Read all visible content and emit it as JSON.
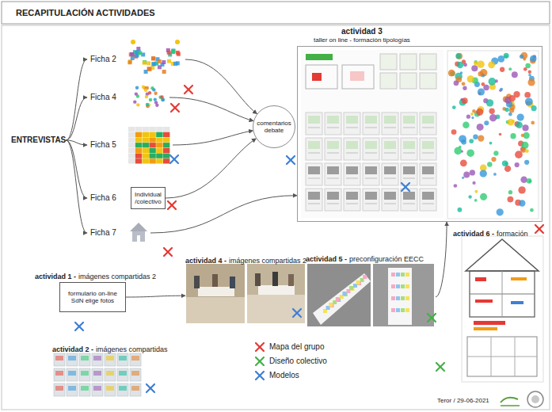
{
  "diagram": {
    "title": "RECAPITULACIÓN ACTIVIDADES",
    "nodes": [
      {
        "text": [
          "ENTREVISTAS"
        ]
      },
      {
        "text": [
          "Ficha 2"
        ]
      },
      {
        "text": [
          "Ficha 4"
        ]
      },
      {
        "text": [
          "Ficha 5"
        ]
      },
      {
        "text": [
          "Ficha 6"
        ]
      },
      {
        "text": [
          "Individual /colectivo"
        ],
        "in": 4
      },
      {
        "text": [
          "Ficha 7"
        ]
      },
      {
        "text": [
          "comentarios debate"
        ]
      },
      {
        "text": [
          "actividad 3",
          "taller on line - formación tipologías"
        ]
      },
      {
        "text": [
          "actividad 6 -",
          "formación"
        ]
      },
      {
        "text": [
          "actividad 1 -",
          "imágenes compartidas 2"
        ]
      },
      {
        "text": [
          "formulario on-line SdN elige fotos"
        ],
        "in": 10
      },
      {
        "text": [
          "actividad 4 -",
          "imágenes compartidas 2"
        ]
      },
      {
        "text": [
          "actividad 5 -",
          "preconfiguración EECC"
        ]
      },
      {
        "text": [
          "actividad 2 -",
          "imágenes compartidas"
        ]
      }
    ],
    "edges": [
      {
        "from": 0,
        "to": 1,
        "arrow": "to"
      },
      {
        "from": 0,
        "to": 2,
        "arrow": "to"
      },
      {
        "from": 0,
        "to": 3,
        "arrow": "to"
      },
      {
        "from": 0,
        "to": 4,
        "arrow": "to"
      },
      {
        "from": 0,
        "to": 6,
        "arrow": "to"
      },
      {
        "from": 1,
        "to": 7,
        "arrow": "to"
      },
      {
        "from": 2,
        "to": 7,
        "arrow": "to"
      },
      {
        "from": 3,
        "to": 7,
        "arrow": "to"
      },
      {
        "from": 5,
        "to": 7,
        "arrow": "to"
      },
      {
        "from": 6,
        "to": 8,
        "arrow": "to"
      },
      {
        "from": 11,
        "to": 12,
        "arrow": "to"
      },
      {
        "from": 13,
        "to": 8,
        "arrow": "to"
      }
    ],
    "labels": [
      "Teror / 29-06-2021"
    ],
    "legend": [
      {
        "text": "Mapa del grupo",
        "color": "#e53935"
      },
      {
        "text": "Diseño colectivo",
        "color": "#43b047"
      },
      {
        "text": "Modelos",
        "color": "#3d7fd6"
      }
    ]
  }
}
